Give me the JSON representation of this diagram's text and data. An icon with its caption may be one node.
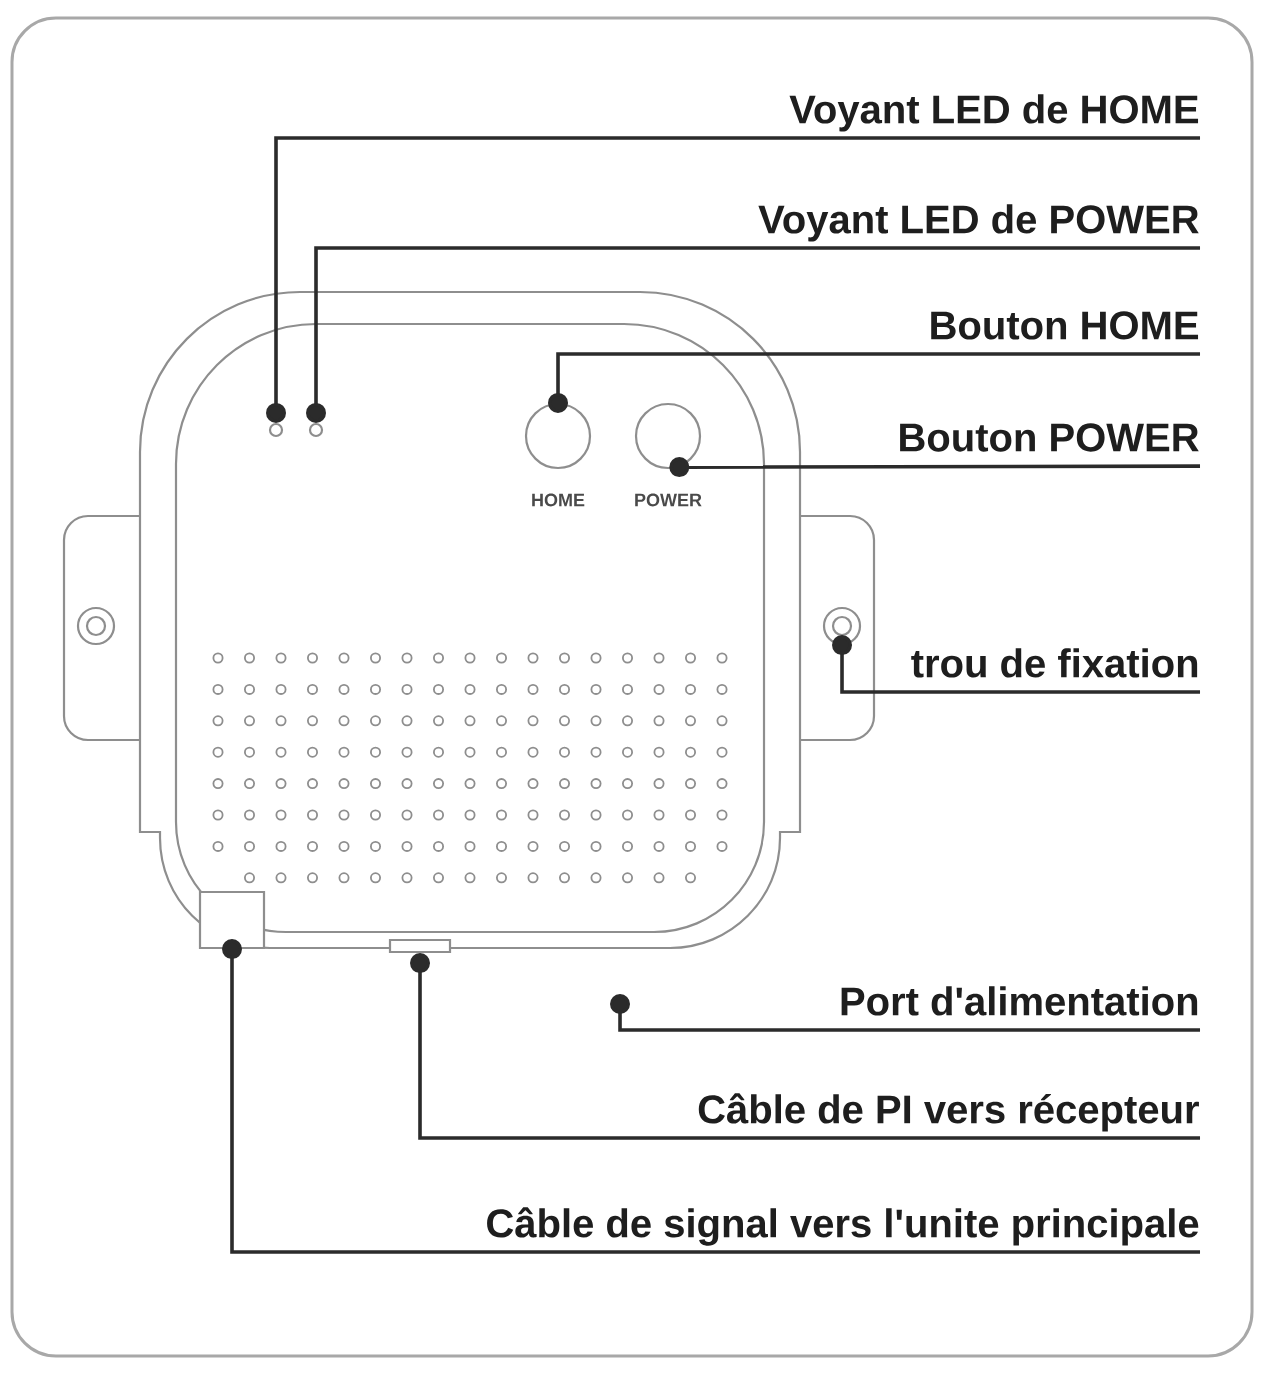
{
  "diagram": {
    "nodes": [
      {
        "text": [
          "Voyant LED de HOME"
        ]
      },
      {
        "text": [
          "Voyant LED de POWER"
        ]
      },
      {
        "text": [
          "Bouton HOME"
        ]
      },
      {
        "text": [
          "Bouton POWER"
        ]
      },
      {
        "text": [
          "trou de fixation"
        ]
      },
      {
        "text": [
          "Port d'alimentation"
        ]
      },
      {
        "text": [
          "Câble de PI vers récepteur"
        ]
      },
      {
        "text": [
          "Câble de signal vers l'unite principale"
        ]
      },
      {
        "text": [],
        "shape": "circle"
      },
      {
        "text": [],
        "shape": "circle"
      },
      {
        "text": [],
        "shape": "circle",
        "beside": [
          "HOME"
        ]
      },
      {
        "text": [],
        "shape": "circle",
        "beside": [
          "POWER"
        ]
      },
      {
        "text": [],
        "shape": "circle"
      },
      {
        "text": [],
        "shape": "box"
      },
      {
        "text": [],
        "shape": "box"
      }
    ],
    "edges": [
      {
        "from": 0,
        "to": 8,
        "arrow": "other"
      },
      {
        "from": 1,
        "to": 9,
        "arrow": "other"
      },
      {
        "from": 2,
        "to": 10,
        "arrow": "other"
      },
      {
        "from": 3,
        "to": 11,
        "arrow": "other"
      },
      {
        "from": 4,
        "to": 12,
        "arrow": "other"
      },
      {
        "from": 5,
        "to": null,
        "arrow": "other"
      },
      {
        "from": 6,
        "to": 14,
        "arrow": "other"
      },
      {
        "from": 7,
        "to": 13,
        "arrow": "other"
      }
    ]
  }
}
